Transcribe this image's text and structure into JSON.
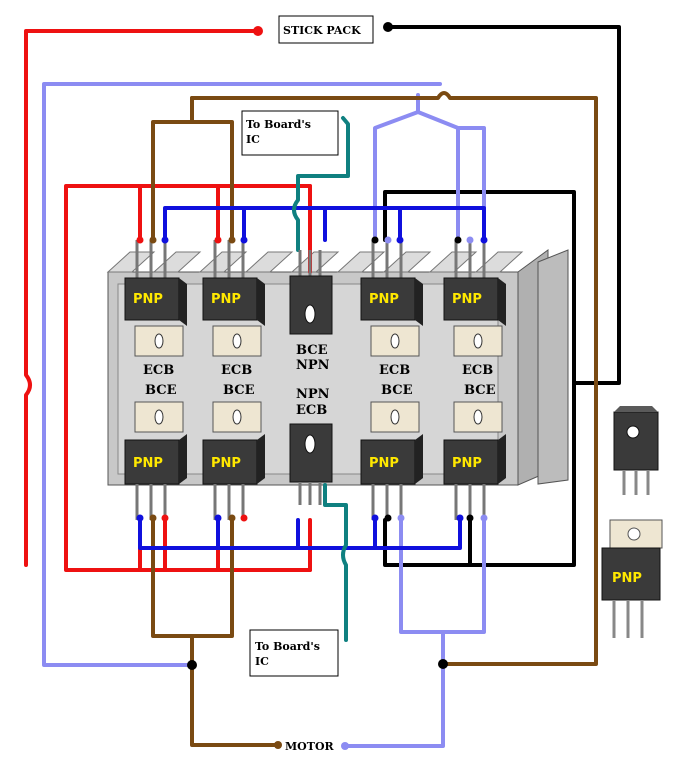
{
  "labels": {
    "stick_pack": "STICK PACK",
    "to_board_ic_top": "To Board's IC",
    "to_board_ic_bottom": "To Board's IC",
    "motor": "MOTOR"
  },
  "transistors_top": [
    {
      "type": "PNP",
      "pins": "ECB"
    },
    {
      "type": "PNP",
      "pins": "ECB"
    },
    {
      "type": "",
      "pins": "BCE",
      "sub": "NPN"
    },
    {
      "type": "PNP",
      "pins": "ECB"
    },
    {
      "type": "PNP",
      "pins": "ECB"
    }
  ],
  "transistors_bottom": [
    {
      "type": "PNP",
      "pins": "BCE"
    },
    {
      "type": "PNP",
      "pins": "BCE"
    },
    {
      "type": "",
      "pins": "ECB",
      "sub": "NPN"
    },
    {
      "type": "PNP",
      "pins": "BCE"
    },
    {
      "type": "PNP",
      "pins": "BCE"
    }
  ],
  "legend_transistor": "PNP",
  "colors": {
    "red": "#ee1111",
    "black": "#000000",
    "brown": "#7a4a12",
    "lavender": "#8c8cf2",
    "blue": "#1010dd",
    "teal": "#0f8080",
    "transistor_body": "#3a3a3a",
    "tab": "#eee6d2",
    "heatsink": "#c8c8c8",
    "pnp_text": "#ffe800"
  }
}
